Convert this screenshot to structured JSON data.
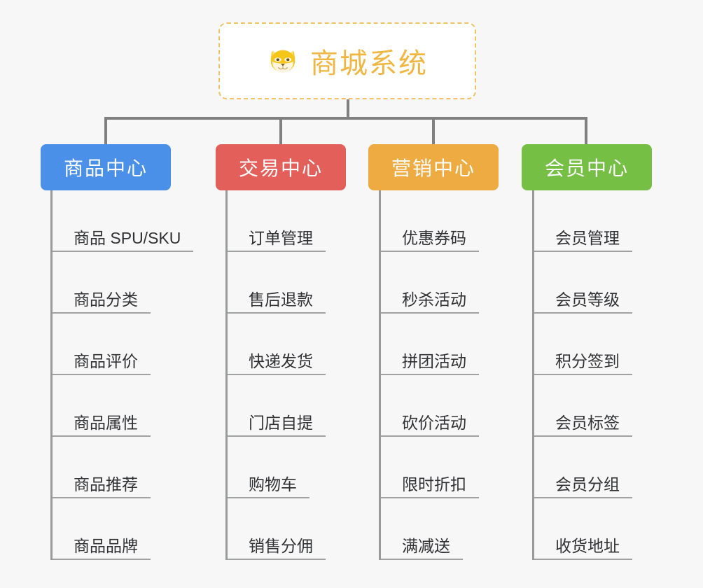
{
  "background_color": "#f7f7f8",
  "root": {
    "title": "商城系统",
    "icon": "shiba-dog-face-icon",
    "text_color": "#f0b642",
    "border_color": "#f3c168",
    "background_color": "#ffffff"
  },
  "connector_color": "#808080",
  "branches": [
    {
      "label": "商品中心",
      "color": "#4a90e8",
      "items": [
        "商品 SPU/SKU",
        "商品分类",
        "商品评价",
        "商品属性",
        "商品推荐",
        "商品品牌"
      ]
    },
    {
      "label": "交易中心",
      "color": "#e35f5a",
      "items": [
        "订单管理",
        "售后退款",
        "快递发货",
        "门店自提",
        "购物车",
        "销售分佣"
      ]
    },
    {
      "label": "营销中心",
      "color": "#eeab42",
      "items": [
        "优惠券码",
        "秒杀活动",
        "拼团活动",
        "砍价活动",
        "限时折扣",
        "满减送"
      ]
    },
    {
      "label": "会员中心",
      "color": "#75bf45",
      "items": [
        "会员管理",
        "会员等级",
        "积分签到",
        "会员标签",
        "会员分组",
        "收货地址"
      ]
    }
  ]
}
